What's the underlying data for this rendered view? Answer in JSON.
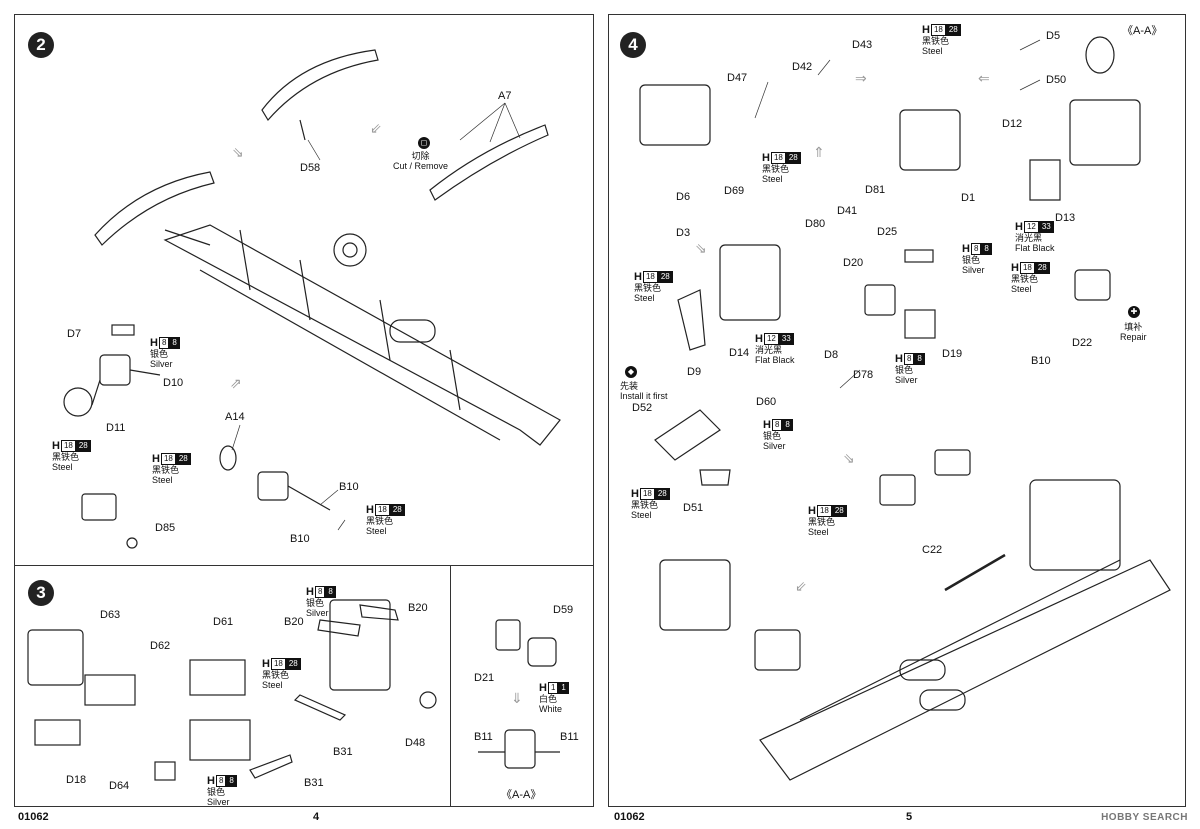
{
  "left_page": {
    "footer_code": "01062",
    "page_number": "4",
    "step2": {
      "badge": "2",
      "labels": {
        "a7": "A7",
        "d58": "D58",
        "d7": "D7",
        "d10": "D10",
        "d11": "D11",
        "a14": "A14",
        "b10_top": "B10",
        "b10_bottom": "B10",
        "d85": "D85"
      },
      "cut_remove": {
        "cn": "切除",
        "en": "Cut / Remove"
      },
      "colors": {
        "d7": {
          "h": "H",
          "n1": "8",
          "n2": "8",
          "cn": "银色",
          "en": "Silver"
        },
        "d11": {
          "h": "H",
          "n1": "18",
          "n2": "28",
          "cn": "黑铁色",
          "en": "Steel"
        },
        "a14": {
          "h": "H",
          "n1": "18",
          "n2": "28",
          "cn": "黑铁色",
          "en": "Steel"
        },
        "b10": {
          "h": "H",
          "n1": "18",
          "n2": "28",
          "cn": "黑铁色",
          "en": "Steel"
        }
      }
    },
    "step3": {
      "badge": "3",
      "labels": {
        "d63": "D63",
        "d62": "D62",
        "d61": "D61",
        "d18": "D18",
        "d64": "D64",
        "b20a": "B20",
        "b20b": "B20",
        "b31a": "B31",
        "b31b": "B31",
        "d48": "D48"
      },
      "colors": {
        "b20": {
          "h": "H",
          "n1": "8",
          "n2": "8",
          "cn": "银色",
          "en": "Silver"
        },
        "d61": {
          "h": "H",
          "n1": "18",
          "n2": "28",
          "cn": "黑铁色",
          "en": "Steel"
        },
        "d64": {
          "h": "H",
          "n1": "8",
          "n2": "8",
          "cn": "银色",
          "en": "Silver"
        }
      }
    },
    "inset": {
      "labels": {
        "d59": "D59",
        "d21": "D21",
        "b11a": "B11",
        "b11b": "B11",
        "section": "《A-A》"
      },
      "colors": {
        "d59": {
          "h": "H",
          "n1": "1",
          "n2": "1",
          "cn": "白色",
          "en": "White"
        }
      }
    }
  },
  "right_page": {
    "footer_code": "01062",
    "page_number": "5",
    "step4": {
      "badge": "4",
      "section_title": "《A-A》",
      "labels": {
        "d47": "D47",
        "d42": "D42",
        "d43": "D43",
        "d5": "D5",
        "d50": "D50",
        "d12": "D12",
        "d13": "D13",
        "d1": "D1",
        "d69": "D69",
        "d81": "D81",
        "d41": "D41",
        "d80": "D80",
        "d6": "D6",
        "d3": "D3",
        "d25": "D25",
        "d20": "D20",
        "d19": "D19",
        "b10": "B10",
        "d22": "D22",
        "d14": "D14",
        "d9": "D9",
        "d8": "D8",
        "d78": "D78",
        "d52": "D52",
        "d60": "D60",
        "d51": "D51",
        "c22": "C22"
      },
      "colors": {
        "d43": {
          "h": "H",
          "n1": "18",
          "n2": "28",
          "cn": "黑铁色",
          "en": "Steel"
        },
        "d69": {
          "h": "H",
          "n1": "18",
          "n2": "28",
          "cn": "黑铁色",
          "en": "Steel"
        },
        "d13": {
          "h": "H",
          "n1": "12",
          "n2": "33",
          "cn": "消光黑",
          "en": "Flat Black"
        },
        "d25": {
          "h": "H",
          "n1": "8",
          "n2": "8",
          "cn": "银色",
          "en": "Silver"
        },
        "b10": {
          "h": "H",
          "n1": "18",
          "n2": "28",
          "cn": "黑铁色",
          "en": "Steel"
        },
        "d9": {
          "h": "H",
          "n1": "18",
          "n2": "28",
          "cn": "黑铁色",
          "en": "Steel"
        },
        "d14": {
          "h": "H",
          "n1": "12",
          "n2": "33",
          "cn": "消光黑",
          "en": "Flat Black"
        },
        "d19": {
          "h": "H",
          "n1": "8",
          "n2": "8",
          "cn": "银色",
          "en": "Silver"
        },
        "d60": {
          "h": "H",
          "n1": "8",
          "n2": "8",
          "cn": "银色",
          "en": "Silver"
        },
        "d52": {
          "h": "H",
          "n1": "18",
          "n2": "28",
          "cn": "黑铁色",
          "en": "Steel"
        },
        "c22": {
          "h": "H",
          "n1": "18",
          "n2": "28",
          "cn": "黑铁色",
          "en": "Steel"
        }
      },
      "repair": {
        "cn": "填补",
        "en": "Repair"
      },
      "install_first": {
        "cn": "先装",
        "en": "Install it first"
      }
    },
    "watermark": "HOBBY SEARCH"
  }
}
